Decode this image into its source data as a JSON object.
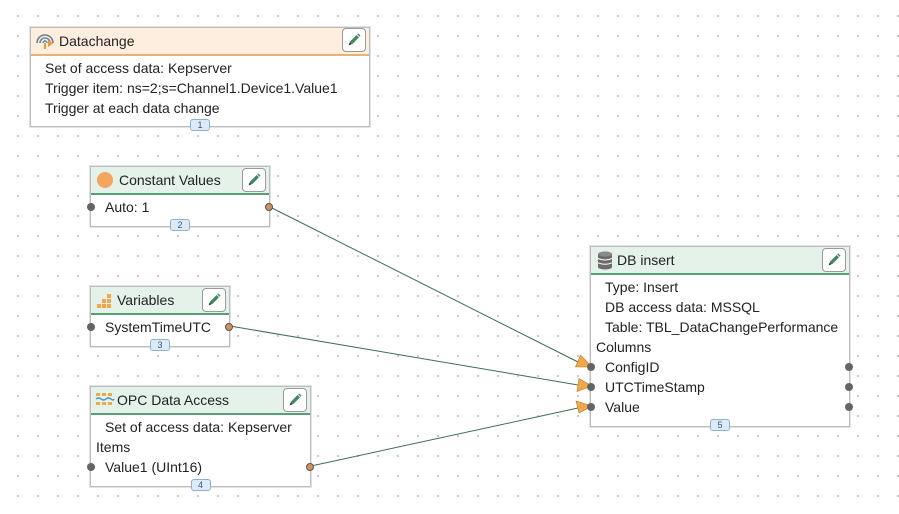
{
  "nodes": {
    "datachange": {
      "title": "Datachange",
      "badge": "1",
      "lines": [
        "Set of access data: Kepserver",
        "Trigger item: ns=2;s=Channel1.Device1.Value1",
        "Trigger at each data change"
      ]
    },
    "constant": {
      "title": "Constant Values",
      "badge": "2",
      "output_label": "Auto: 1"
    },
    "variables": {
      "title": "Variables",
      "badge": "3",
      "output_label": "SystemTimeUTC"
    },
    "opc": {
      "title": "OPC Data Access",
      "badge": "4",
      "access_line": "Set of access data: Kepserver",
      "items_header": "Items",
      "item_label": "Value1 (UInt16)"
    },
    "db": {
      "title": "DB insert",
      "badge": "5",
      "type_line": "Type: Insert",
      "access_line": "DB access data: MSSQL",
      "table_line": "Table: TBL_DataChangePerformance",
      "columns_header": "Columns",
      "columns": [
        "ConfigID",
        "UTCTimeStamp",
        "Value"
      ]
    }
  },
  "colors": {
    "header_bg": "#e4f2ea",
    "header_border": "#5a9d79",
    "trigger_header_bg": "#fdeedf",
    "trigger_header_border": "#ebb07a",
    "wire": "#3e6e50",
    "arrow": "#f0a848",
    "badge_bg": "#dcebf7"
  },
  "icons": {
    "datachange": "datachange-trigger-icon",
    "constant": "orange-circle-icon",
    "variables": "variables-icon",
    "opc": "opc-data-access-icon",
    "db": "database-icon",
    "edit": "pencil-icon"
  }
}
